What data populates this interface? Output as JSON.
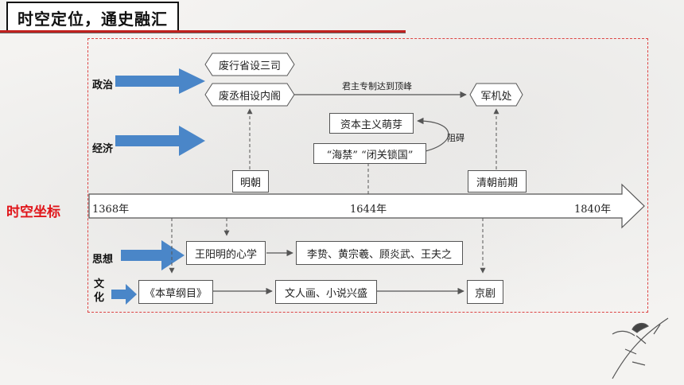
{
  "header": {
    "title": "时空定位，通史融汇"
  },
  "side_label": "时空坐标",
  "categories": {
    "politics": "政治",
    "economy": "经济",
    "thought": "思想",
    "culture_1": "文",
    "culture_2": "化"
  },
  "timeline": {
    "start": "1368年",
    "mid": "1644年",
    "end": "1840年"
  },
  "nodes": {
    "abolish_province": "废行省设三司",
    "abolish_chancellor": "废丞相设内阁",
    "military_office": "军机处",
    "capitalism": "资本主义萌芽",
    "sea_ban": "“海禁”  “闭关锁国”",
    "ming": "明朝",
    "early_qing": "清朝前期",
    "wang_yangming": "王阳明的心学",
    "thinkers": "李贽、黄宗羲、顾炎武、王夫之",
    "materia_medica": "《本草纲目》",
    "literati": "文人画、小说兴盛",
    "peking_opera": "京剧"
  },
  "edge_labels": {
    "autocracy_peak": "君主专制达到顶峰",
    "hinder": "阻碍"
  },
  "colors": {
    "accent_red": "#c0211f",
    "arrow_blue": "#4a86c8",
    "label_red": "#e0161b"
  }
}
